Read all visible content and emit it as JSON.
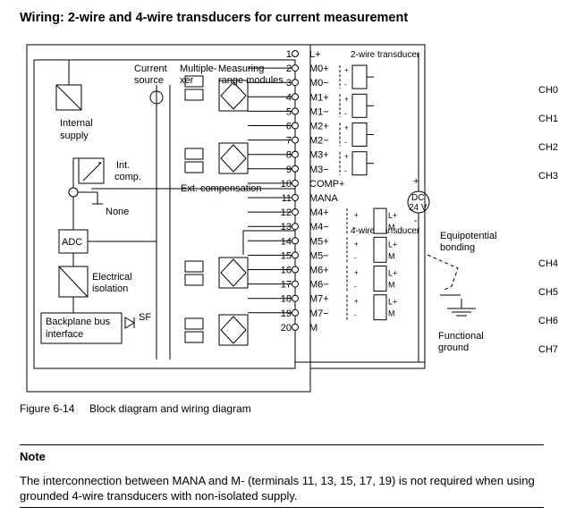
{
  "title": "Wiring: 2-wire and 4-wire transducers for current measurement",
  "diagram": {
    "labels": {
      "current_source": [
        "Current",
        "source"
      ],
      "multiplexer": [
        "Multiple-",
        "xer"
      ],
      "range_modules": [
        "Measuring",
        "range modules"
      ],
      "internal_supply": [
        "Internal",
        "supply"
      ],
      "int_comp": [
        "Int.",
        "comp."
      ],
      "none": "None",
      "adc": "ADC",
      "electrical_isolation": [
        "Electrical",
        "isolation"
      ],
      "backplane": [
        "Backplane bus",
        "interface"
      ],
      "sf": "SF",
      "ext_comp": "Ext. compensation",
      "two_wire": "2-wire transducer",
      "four_wire": "4-wire transducer",
      "dc_supply": [
        "DC",
        "24 V"
      ],
      "equipotential": [
        "Equipotential",
        "bonding"
      ],
      "functional_ground": [
        "Functional",
        "ground"
      ],
      "plus": "+",
      "minus": "-",
      "four_wire_terms": [
        "L+",
        "M"
      ]
    },
    "terminals": [
      {
        "num": "1",
        "name": "L+"
      },
      {
        "num": "2",
        "name": "M0+"
      },
      {
        "num": "3",
        "name": "M0−"
      },
      {
        "num": "4",
        "name": "M1+"
      },
      {
        "num": "5",
        "name": "M1−"
      },
      {
        "num": "6",
        "name": "M2+"
      },
      {
        "num": "7",
        "name": "M2−"
      },
      {
        "num": "8",
        "name": "M3+"
      },
      {
        "num": "9",
        "name": "M3−"
      },
      {
        "num": "10",
        "name": "COMP+"
      },
      {
        "num": "11",
        "name": "MANA"
      },
      {
        "num": "12",
        "name": "M4+"
      },
      {
        "num": "13",
        "name": "M4−"
      },
      {
        "num": "14",
        "name": "M5+"
      },
      {
        "num": "15",
        "name": "M5−"
      },
      {
        "num": "16",
        "name": "M6+"
      },
      {
        "num": "17",
        "name": "M6−"
      },
      {
        "num": "18",
        "name": "M7+"
      },
      {
        "num": "19",
        "name": "M7−"
      },
      {
        "num": "20",
        "name": "M"
      }
    ],
    "channels": [
      "CH0",
      "CH1",
      "CH2",
      "CH3",
      "CH4",
      "CH5",
      "CH6",
      "CH7"
    ]
  },
  "caption": {
    "number": "Figure 6-14",
    "text": "Block diagram and wiring diagram"
  },
  "note": {
    "title": "Note",
    "text": "The interconnection between MANA and M- (terminals 11, 13, 15, 17, 19) is not required when using grounded 4-wire transducers with non-isolated supply."
  }
}
